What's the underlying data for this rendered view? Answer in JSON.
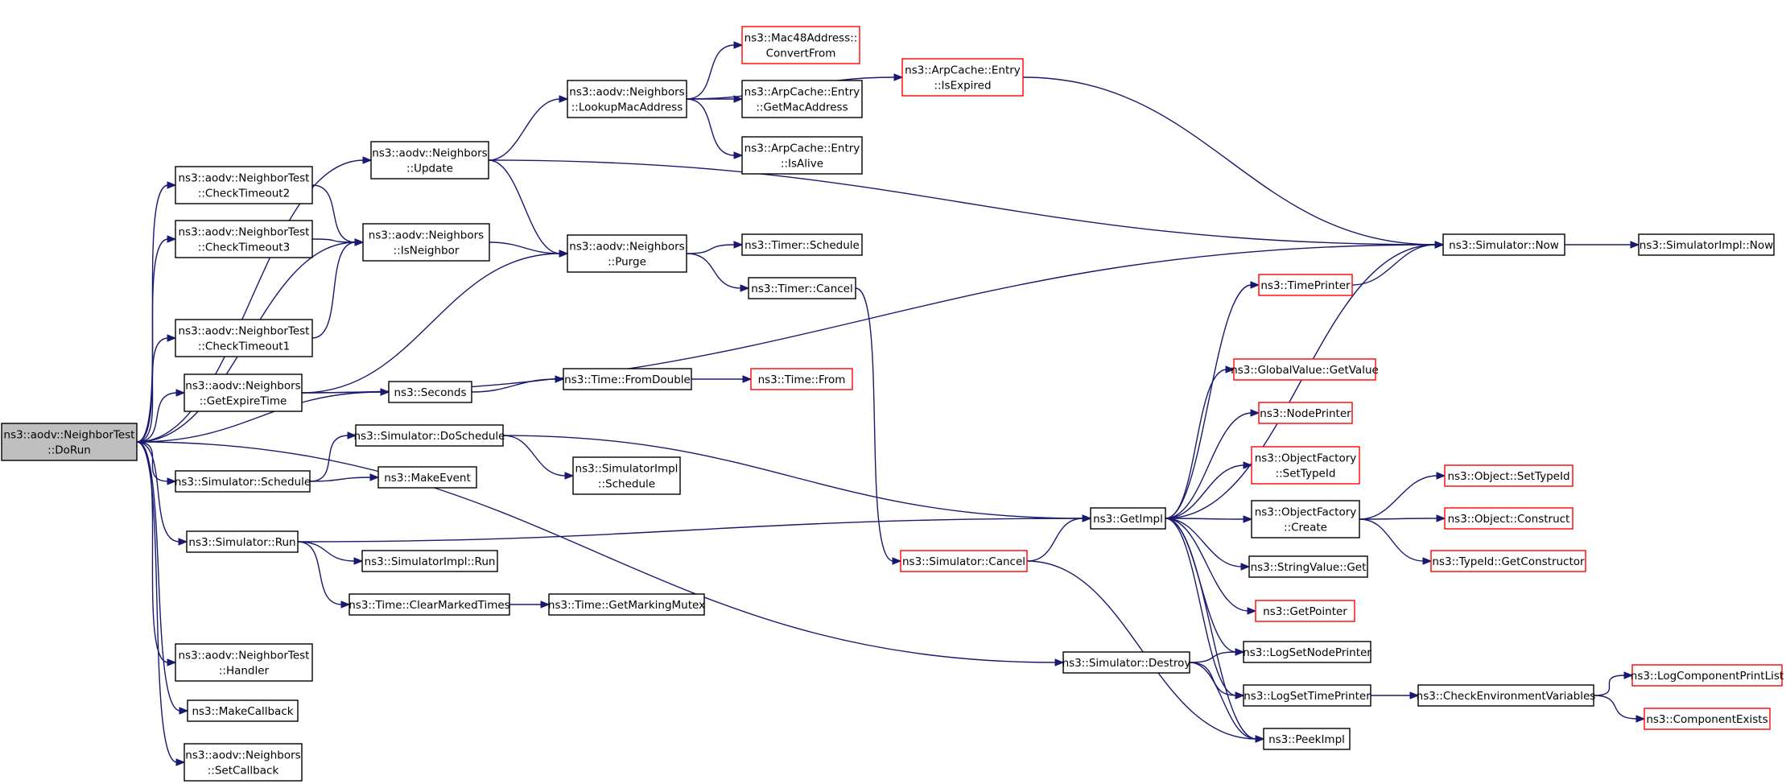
{
  "colors": {
    "edge": "#191970",
    "border_normal": "#000000",
    "border_truncated": "#ff0000",
    "fill_root": "#bfbfbf",
    "fill_default": "#ffffff",
    "text": "#000000"
  },
  "nodes": [
    {
      "id": "dorun",
      "lines": [
        "ns3::aodv::NeighborTest",
        "::DoRun"
      ],
      "style": "root"
    },
    {
      "id": "update",
      "lines": [
        "ns3::aodv::Neighbors",
        "::Update"
      ],
      "style": "normal"
    },
    {
      "id": "checktimeout2",
      "lines": [
        "ns3::aodv::NeighborTest",
        "::CheckTimeout2"
      ],
      "style": "normal"
    },
    {
      "id": "checktimeout3",
      "lines": [
        "ns3::aodv::NeighborTest",
        "::CheckTimeout3"
      ],
      "style": "normal"
    },
    {
      "id": "checktimeout1",
      "lines": [
        "ns3::aodv::NeighborTest",
        "::CheckTimeout1"
      ],
      "style": "normal"
    },
    {
      "id": "getexpiretime",
      "lines": [
        "ns3::aodv::Neighbors",
        "::GetExpireTime"
      ],
      "style": "normal"
    },
    {
      "id": "simschedule",
      "lines": [
        "ns3::Simulator::Schedule"
      ],
      "style": "normal"
    },
    {
      "id": "simrun",
      "lines": [
        "ns3::Simulator::Run"
      ],
      "style": "normal"
    },
    {
      "id": "handler",
      "lines": [
        "ns3::aodv::NeighborTest",
        "::Handler"
      ],
      "style": "normal"
    },
    {
      "id": "makecallback",
      "lines": [
        "ns3::MakeCallback"
      ],
      "style": "normal"
    },
    {
      "id": "setcallback",
      "lines": [
        "ns3::aodv::Neighbors",
        "::SetCallback"
      ],
      "style": "normal"
    },
    {
      "id": "isneighbor",
      "lines": [
        "ns3::aodv::Neighbors",
        "::IsNeighbor"
      ],
      "style": "normal"
    },
    {
      "id": "seconds",
      "lines": [
        "ns3::Seconds"
      ],
      "style": "normal"
    },
    {
      "id": "doschedule",
      "lines": [
        "ns3::Simulator::DoSchedule"
      ],
      "style": "normal"
    },
    {
      "id": "makeevent",
      "lines": [
        "ns3::MakeEvent"
      ],
      "style": "normal"
    },
    {
      "id": "simimplrun",
      "lines": [
        "ns3::SimulatorImpl::Run"
      ],
      "style": "normal"
    },
    {
      "id": "clearmarked",
      "lines": [
        "ns3::Time::ClearMarkedTimes"
      ],
      "style": "normal"
    },
    {
      "id": "lookupmac",
      "lines": [
        "ns3::aodv::Neighbors",
        "::LookupMacAddress"
      ],
      "style": "normal"
    },
    {
      "id": "purge",
      "lines": [
        "ns3::aodv::Neighbors",
        "::Purge"
      ],
      "style": "normal"
    },
    {
      "id": "fromdouble",
      "lines": [
        "ns3::Time::FromDouble"
      ],
      "style": "normal"
    },
    {
      "id": "simimplschedule",
      "lines": [
        "ns3::SimulatorImpl",
        "::Schedule"
      ],
      "style": "normal"
    },
    {
      "id": "getmarkingmutex",
      "lines": [
        "ns3::Time::GetMarkingMutex"
      ],
      "style": "normal"
    },
    {
      "id": "convertfrom",
      "lines": [
        "ns3::Mac48Address::",
        "ConvertFrom"
      ],
      "style": "truncated"
    },
    {
      "id": "getmacaddress",
      "lines": [
        "ns3::ArpCache::Entry",
        "::GetMacAddress"
      ],
      "style": "normal"
    },
    {
      "id": "isalive",
      "lines": [
        "ns3::ArpCache::Entry",
        "::IsAlive"
      ],
      "style": "normal"
    },
    {
      "id": "timerschedule",
      "lines": [
        "ns3::Timer::Schedule"
      ],
      "style": "normal"
    },
    {
      "id": "timercancel",
      "lines": [
        "ns3::Timer::Cancel"
      ],
      "style": "normal"
    },
    {
      "id": "timefrom",
      "lines": [
        "ns3::Time::From"
      ],
      "style": "truncated"
    },
    {
      "id": "isexpired",
      "lines": [
        "ns3::ArpCache::Entry",
        "::IsExpired"
      ],
      "style": "truncated"
    },
    {
      "id": "simcancel",
      "lines": [
        "ns3::Simulator::Cancel"
      ],
      "style": "truncated"
    },
    {
      "id": "simdestroy",
      "lines": [
        "ns3::Simulator::Destroy"
      ],
      "style": "normal"
    },
    {
      "id": "getimpl",
      "lines": [
        "ns3::GetImpl"
      ],
      "style": "normal"
    },
    {
      "id": "timeprinter",
      "lines": [
        "ns3::TimePrinter"
      ],
      "style": "truncated"
    },
    {
      "id": "globalvalue",
      "lines": [
        "ns3::GlobalValue::GetValue"
      ],
      "style": "truncated"
    },
    {
      "id": "nodeprinter",
      "lines": [
        "ns3::NodePrinter"
      ],
      "style": "truncated"
    },
    {
      "id": "settypeid",
      "lines": [
        "ns3::ObjectFactory",
        "::SetTypeId"
      ],
      "style": "truncated"
    },
    {
      "id": "ofcreate",
      "lines": [
        "ns3::ObjectFactory",
        "::Create"
      ],
      "style": "normal"
    },
    {
      "id": "stringget",
      "lines": [
        "ns3::StringValue::Get"
      ],
      "style": "normal"
    },
    {
      "id": "getpointer",
      "lines": [
        "ns3::GetPointer"
      ],
      "style": "truncated"
    },
    {
      "id": "lognodeprinter",
      "lines": [
        "ns3::LogSetNodePrinter"
      ],
      "style": "normal"
    },
    {
      "id": "logtimeprinter",
      "lines": [
        "ns3::LogSetTimePrinter"
      ],
      "style": "normal"
    },
    {
      "id": "peekimpl",
      "lines": [
        "ns3::PeekImpl"
      ],
      "style": "normal"
    },
    {
      "id": "simnow",
      "lines": [
        "ns3::Simulator::Now"
      ],
      "style": "normal"
    },
    {
      "id": "simimplnow",
      "lines": [
        "ns3::SimulatorImpl::Now"
      ],
      "style": "normal"
    },
    {
      "id": "objsettypeid",
      "lines": [
        "ns3::Object::SetTypeId"
      ],
      "style": "truncated"
    },
    {
      "id": "objconstruct",
      "lines": [
        "ns3::Object::Construct"
      ],
      "style": "truncated"
    },
    {
      "id": "getconstructor",
      "lines": [
        "ns3::TypeId::GetConstructor"
      ],
      "style": "truncated"
    },
    {
      "id": "checkenv",
      "lines": [
        "ns3::CheckEnvironmentVariables"
      ],
      "style": "normal"
    },
    {
      "id": "logcomplist",
      "lines": [
        "ns3::LogComponentPrintList"
      ],
      "style": "truncated"
    },
    {
      "id": "compexists",
      "lines": [
        "ns3::ComponentExists"
      ],
      "style": "truncated"
    }
  ],
  "edges": [
    [
      "dorun",
      "update"
    ],
    [
      "dorun",
      "checktimeout2"
    ],
    [
      "dorun",
      "checktimeout3"
    ],
    [
      "dorun",
      "isneighbor"
    ],
    [
      "dorun",
      "checktimeout1"
    ],
    [
      "dorun",
      "getexpiretime"
    ],
    [
      "dorun",
      "seconds"
    ],
    [
      "dorun",
      "simschedule"
    ],
    [
      "dorun",
      "simrun"
    ],
    [
      "dorun",
      "simdestroy"
    ],
    [
      "dorun",
      "handler"
    ],
    [
      "dorun",
      "makecallback"
    ],
    [
      "dorun",
      "setcallback"
    ],
    [
      "update",
      "lookupmac"
    ],
    [
      "update",
      "purge"
    ],
    [
      "update",
      "simnow"
    ],
    [
      "checktimeout2",
      "isneighbor"
    ],
    [
      "checktimeout3",
      "isneighbor"
    ],
    [
      "checktimeout1",
      "isneighbor"
    ],
    [
      "isneighbor",
      "purge"
    ],
    [
      "getexpiretime",
      "purge"
    ],
    [
      "getexpiretime",
      "seconds"
    ],
    [
      "getexpiretime",
      "simnow"
    ],
    [
      "simschedule",
      "doschedule"
    ],
    [
      "simschedule",
      "makeevent"
    ],
    [
      "simrun",
      "getimpl"
    ],
    [
      "simrun",
      "simimplrun"
    ],
    [
      "simrun",
      "clearmarked"
    ],
    [
      "seconds",
      "fromdouble"
    ],
    [
      "fromdouble",
      "timefrom"
    ],
    [
      "doschedule",
      "simimplschedule"
    ],
    [
      "doschedule",
      "getimpl"
    ],
    [
      "clearmarked",
      "getmarkingmutex"
    ],
    [
      "lookupmac",
      "isexpired"
    ],
    [
      "lookupmac",
      "convertfrom"
    ],
    [
      "lookupmac",
      "getmacaddress"
    ],
    [
      "lookupmac",
      "isalive"
    ],
    [
      "purge",
      "timerschedule"
    ],
    [
      "purge",
      "timercancel"
    ],
    [
      "timercancel",
      "simcancel"
    ],
    [
      "isexpired",
      "simnow"
    ],
    [
      "simcancel",
      "getimpl"
    ],
    [
      "simcancel",
      "peekimpl"
    ],
    [
      "simdestroy",
      "lognodeprinter"
    ],
    [
      "simdestroy",
      "logtimeprinter"
    ],
    [
      "simdestroy",
      "peekimpl"
    ],
    [
      "getimpl",
      "simnow"
    ],
    [
      "getimpl",
      "timeprinter"
    ],
    [
      "getimpl",
      "globalvalue"
    ],
    [
      "getimpl",
      "nodeprinter"
    ],
    [
      "getimpl",
      "settypeid"
    ],
    [
      "getimpl",
      "ofcreate"
    ],
    [
      "getimpl",
      "stringget"
    ],
    [
      "getimpl",
      "getpointer"
    ],
    [
      "getimpl",
      "lognodeprinter"
    ],
    [
      "getimpl",
      "logtimeprinter"
    ],
    [
      "getimpl",
      "peekimpl"
    ],
    [
      "timeprinter",
      "simnow"
    ],
    [
      "simnow",
      "simimplnow"
    ],
    [
      "ofcreate",
      "objsettypeid"
    ],
    [
      "ofcreate",
      "objconstruct"
    ],
    [
      "ofcreate",
      "getconstructor"
    ],
    [
      "logtimeprinter",
      "checkenv"
    ],
    [
      "checkenv",
      "logcomplist"
    ],
    [
      "checkenv",
      "compexists"
    ]
  ]
}
